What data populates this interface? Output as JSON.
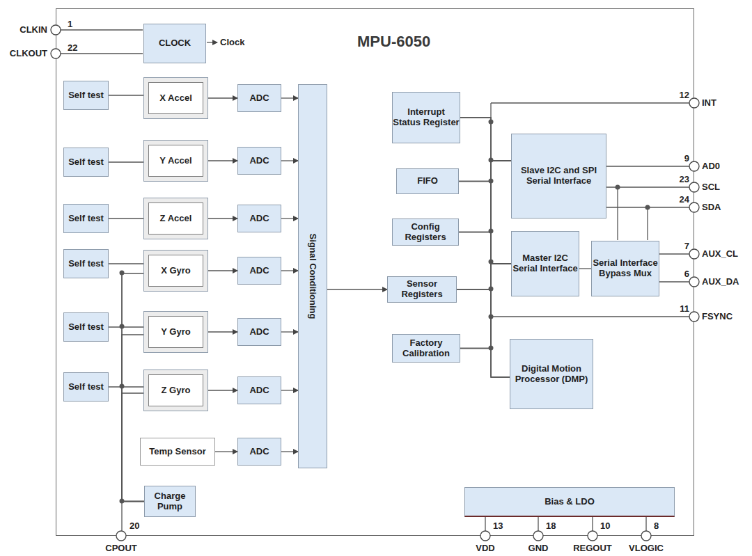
{
  "diagram": {
    "nodes": [
      {
        "text": [
          "MPU-6050"
        ]
      },
      {
        "text": [
          "CLOCK"
        ],
        "in": 0
      },
      {
        "text": [
          "Self test"
        ],
        "in": 0
      },
      {
        "text": [
          "X Accel"
        ],
        "in": 0
      },
      {
        "text": [
          "ADC"
        ],
        "in": 0
      },
      {
        "text": [
          "Signal Conditioning"
        ],
        "in": 0
      },
      {
        "text": [
          "Interrupt Status Register"
        ],
        "in": 0
      },
      {
        "text": [
          "Slave I2C and SPI Serial Interface"
        ],
        "in": 0
      },
      {
        "text": [
          "Self test"
        ],
        "in": 0
      },
      {
        "text": [
          "Y Accel"
        ],
        "in": 0
      },
      {
        "text": [
          "ADC"
        ],
        "in": 0
      },
      {
        "text": [
          "FIFO"
        ],
        "in": 0
      },
      {
        "text": [
          "Self test"
        ],
        "in": 0
      },
      {
        "text": [
          "Z Accel"
        ],
        "in": 0
      },
      {
        "text": [
          "ADC"
        ],
        "in": 0
      },
      {
        "text": [
          "Config Registers"
        ],
        "in": 0
      },
      {
        "text": [
          "Self test"
        ],
        "in": 0
      },
      {
        "text": [
          "X Gyro"
        ],
        "in": 0
      },
      {
        "text": [
          "ADC"
        ],
        "in": 0
      },
      {
        "text": [
          "Master I2C Serial Interface"
        ],
        "in": 0
      },
      {
        "text": [
          "Serial Interface Bypass Mux"
        ],
        "in": 0
      },
      {
        "text": [
          "Sensor Registers"
        ],
        "in": 0
      },
      {
        "text": [
          "Self test"
        ],
        "in": 0
      },
      {
        "text": [
          "Y Gyro"
        ],
        "in": 0
      },
      {
        "text": [
          "ADC"
        ],
        "in": 0
      },
      {
        "text": [
          "Factory Calibration"
        ],
        "in": 0
      },
      {
        "text": [
          "Self test"
        ],
        "in": 0
      },
      {
        "text": [
          "Z Gyro"
        ],
        "in": 0
      },
      {
        "text": [
          "ADC"
        ],
        "in": 0
      },
      {
        "text": [
          "Digital Motion Processor (DMP)"
        ],
        "in": 0
      },
      {
        "text": [
          "Temp Sensor"
        ],
        "in": 0
      },
      {
        "text": [
          "ADC"
        ],
        "in": 0
      },
      {
        "text": [
          "Charge Pump"
        ],
        "in": 0
      },
      {
        "text": [
          "Bias & LDO"
        ],
        "in": 0
      }
    ],
    "edges": [
      {
        "from": 2,
        "to": 3,
        "arrow": "none"
      },
      {
        "from": 8,
        "to": 9,
        "arrow": "none"
      },
      {
        "from": 12,
        "to": 13,
        "arrow": "none"
      },
      {
        "from": 16,
        "to": 17,
        "arrow": "none"
      },
      {
        "from": 22,
        "to": 23,
        "arrow": "none"
      },
      {
        "from": 26,
        "to": 27,
        "arrow": "none"
      },
      {
        "from": 3,
        "to": 4,
        "arrow": "to"
      },
      {
        "from": 9,
        "to": 10,
        "arrow": "to"
      },
      {
        "from": 13,
        "to": 14,
        "arrow": "to"
      },
      {
        "from": 17,
        "to": 18,
        "arrow": "to"
      },
      {
        "from": 23,
        "to": 24,
        "arrow": "to"
      },
      {
        "from": 27,
        "to": 28,
        "arrow": "to"
      },
      {
        "from": 30,
        "to": 31,
        "arrow": "to"
      },
      {
        "from": 4,
        "to": 5,
        "arrow": "to"
      },
      {
        "from": 10,
        "to": 5,
        "arrow": "to"
      },
      {
        "from": 14,
        "to": 5,
        "arrow": "to"
      },
      {
        "from": 18,
        "to": 5,
        "arrow": "to"
      },
      {
        "from": 24,
        "to": 5,
        "arrow": "to"
      },
      {
        "from": 28,
        "to": 5,
        "arrow": "to"
      },
      {
        "from": 31,
        "to": 5,
        "arrow": "to"
      },
      {
        "from": 5,
        "to": 21,
        "arrow": "to"
      },
      {
        "from": 32,
        "to": 17,
        "arrow": "none"
      },
      {
        "from": 32,
        "to": 23,
        "arrow": "none"
      },
      {
        "from": 32,
        "to": 27,
        "arrow": "none"
      },
      {
        "from": 6,
        "to": 7,
        "arrow": "none"
      },
      {
        "from": 11,
        "to": 7,
        "arrow": "none"
      },
      {
        "from": 15,
        "to": 7,
        "arrow": "none"
      },
      {
        "from": 21,
        "to": 7,
        "arrow": "none"
      },
      {
        "from": 25,
        "to": 7,
        "arrow": "none"
      },
      {
        "from": 29,
        "to": 7,
        "arrow": "none"
      },
      {
        "from": 6,
        "to": 19,
        "arrow": "none"
      },
      {
        "from": 11,
        "to": 19,
        "arrow": "none"
      },
      {
        "from": 15,
        "to": 19,
        "arrow": "none"
      },
      {
        "from": 21,
        "to": 19,
        "arrow": "none"
      },
      {
        "from": 25,
        "to": 19,
        "arrow": "none"
      },
      {
        "from": 29,
        "to": 19,
        "arrow": "none"
      },
      {
        "from": 19,
        "to": 20,
        "arrow": "none"
      }
    ],
    "labels": [
      "Clock",
      "CLKIN",
      "1",
      "CLKOUT",
      "22",
      "12",
      "INT",
      "9",
      "AD0",
      "23",
      "SCL",
      "24",
      "SDA",
      "7",
      "AUX_CL",
      "6",
      "AUX_DA",
      "11",
      "FSYNC",
      "20",
      "CPOUT",
      "13",
      "VDD",
      "18",
      "GND",
      "10",
      "REGOUT",
      "8",
      "VLOGIC"
    ]
  }
}
